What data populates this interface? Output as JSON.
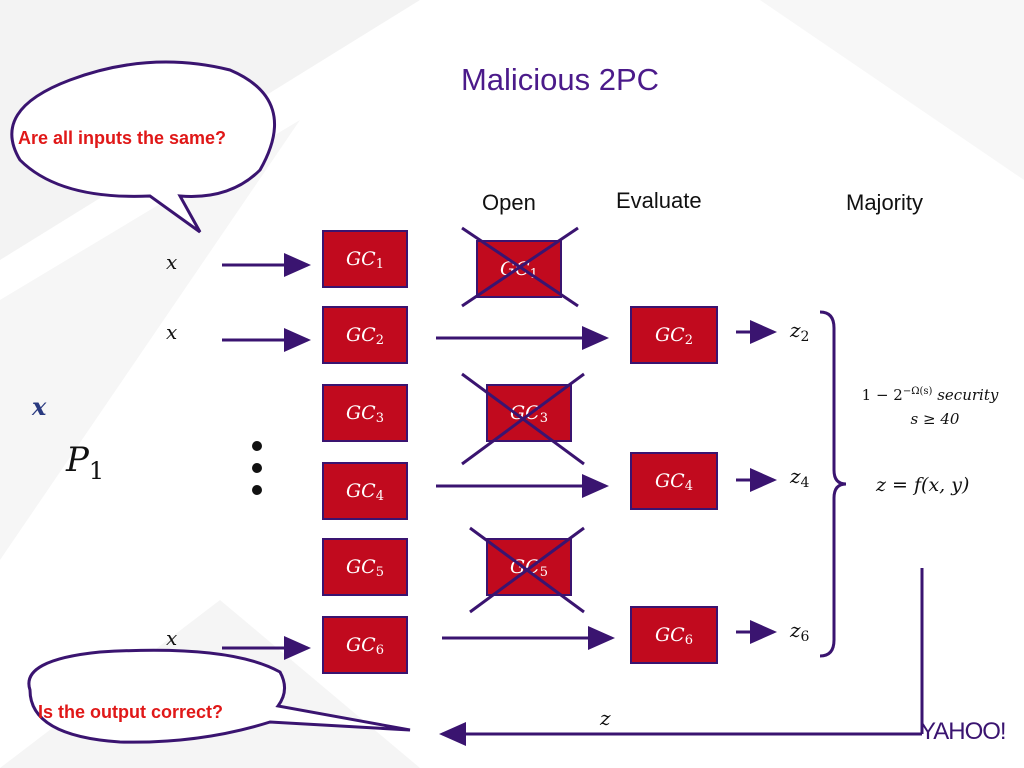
{
  "title": "Malicious 2PC",
  "headers": {
    "open": "Open",
    "evaluate": "Evaluate",
    "majority": "Majority"
  },
  "bubbles": {
    "top": "Are all inputs the same?",
    "bottom": "Is the output correct?"
  },
  "party": {
    "input": "x",
    "name": "P",
    "index": "1"
  },
  "inputs": [
    "x",
    "x",
    "x"
  ],
  "circuits": [
    {
      "label": "GC",
      "index": "1"
    },
    {
      "label": "GC",
      "index": "2"
    },
    {
      "label": "GC",
      "index": "3"
    },
    {
      "label": "GC",
      "index": "4"
    },
    {
      "label": "GC",
      "index": "5"
    },
    {
      "label": "GC",
      "index": "6"
    }
  ],
  "opened": [
    {
      "label": "GC",
      "index": "1"
    },
    {
      "label": "GC",
      "index": "3"
    },
    {
      "label": "GC",
      "index": "5"
    }
  ],
  "evaluated": [
    {
      "label": "GC",
      "index": "2"
    },
    {
      "label": "GC",
      "index": "4"
    },
    {
      "label": "GC",
      "index": "6"
    }
  ],
  "outputs": [
    {
      "label": "z",
      "index": "2"
    },
    {
      "label": "z",
      "index": "4"
    },
    {
      "label": "z",
      "index": "6"
    }
  ],
  "security": {
    "line1": "1 − 2",
    "exp": "−Ω(s)",
    "word": "security",
    "line2": "s ≥ 40"
  },
  "result": "z = f(x, y)",
  "final_output": "z",
  "logo": "YAHOO!",
  "colors": {
    "title": "#4b1a8a",
    "arrow": "#3a1470",
    "box": "#c10a1e",
    "bubble_text": "#e01818"
  }
}
